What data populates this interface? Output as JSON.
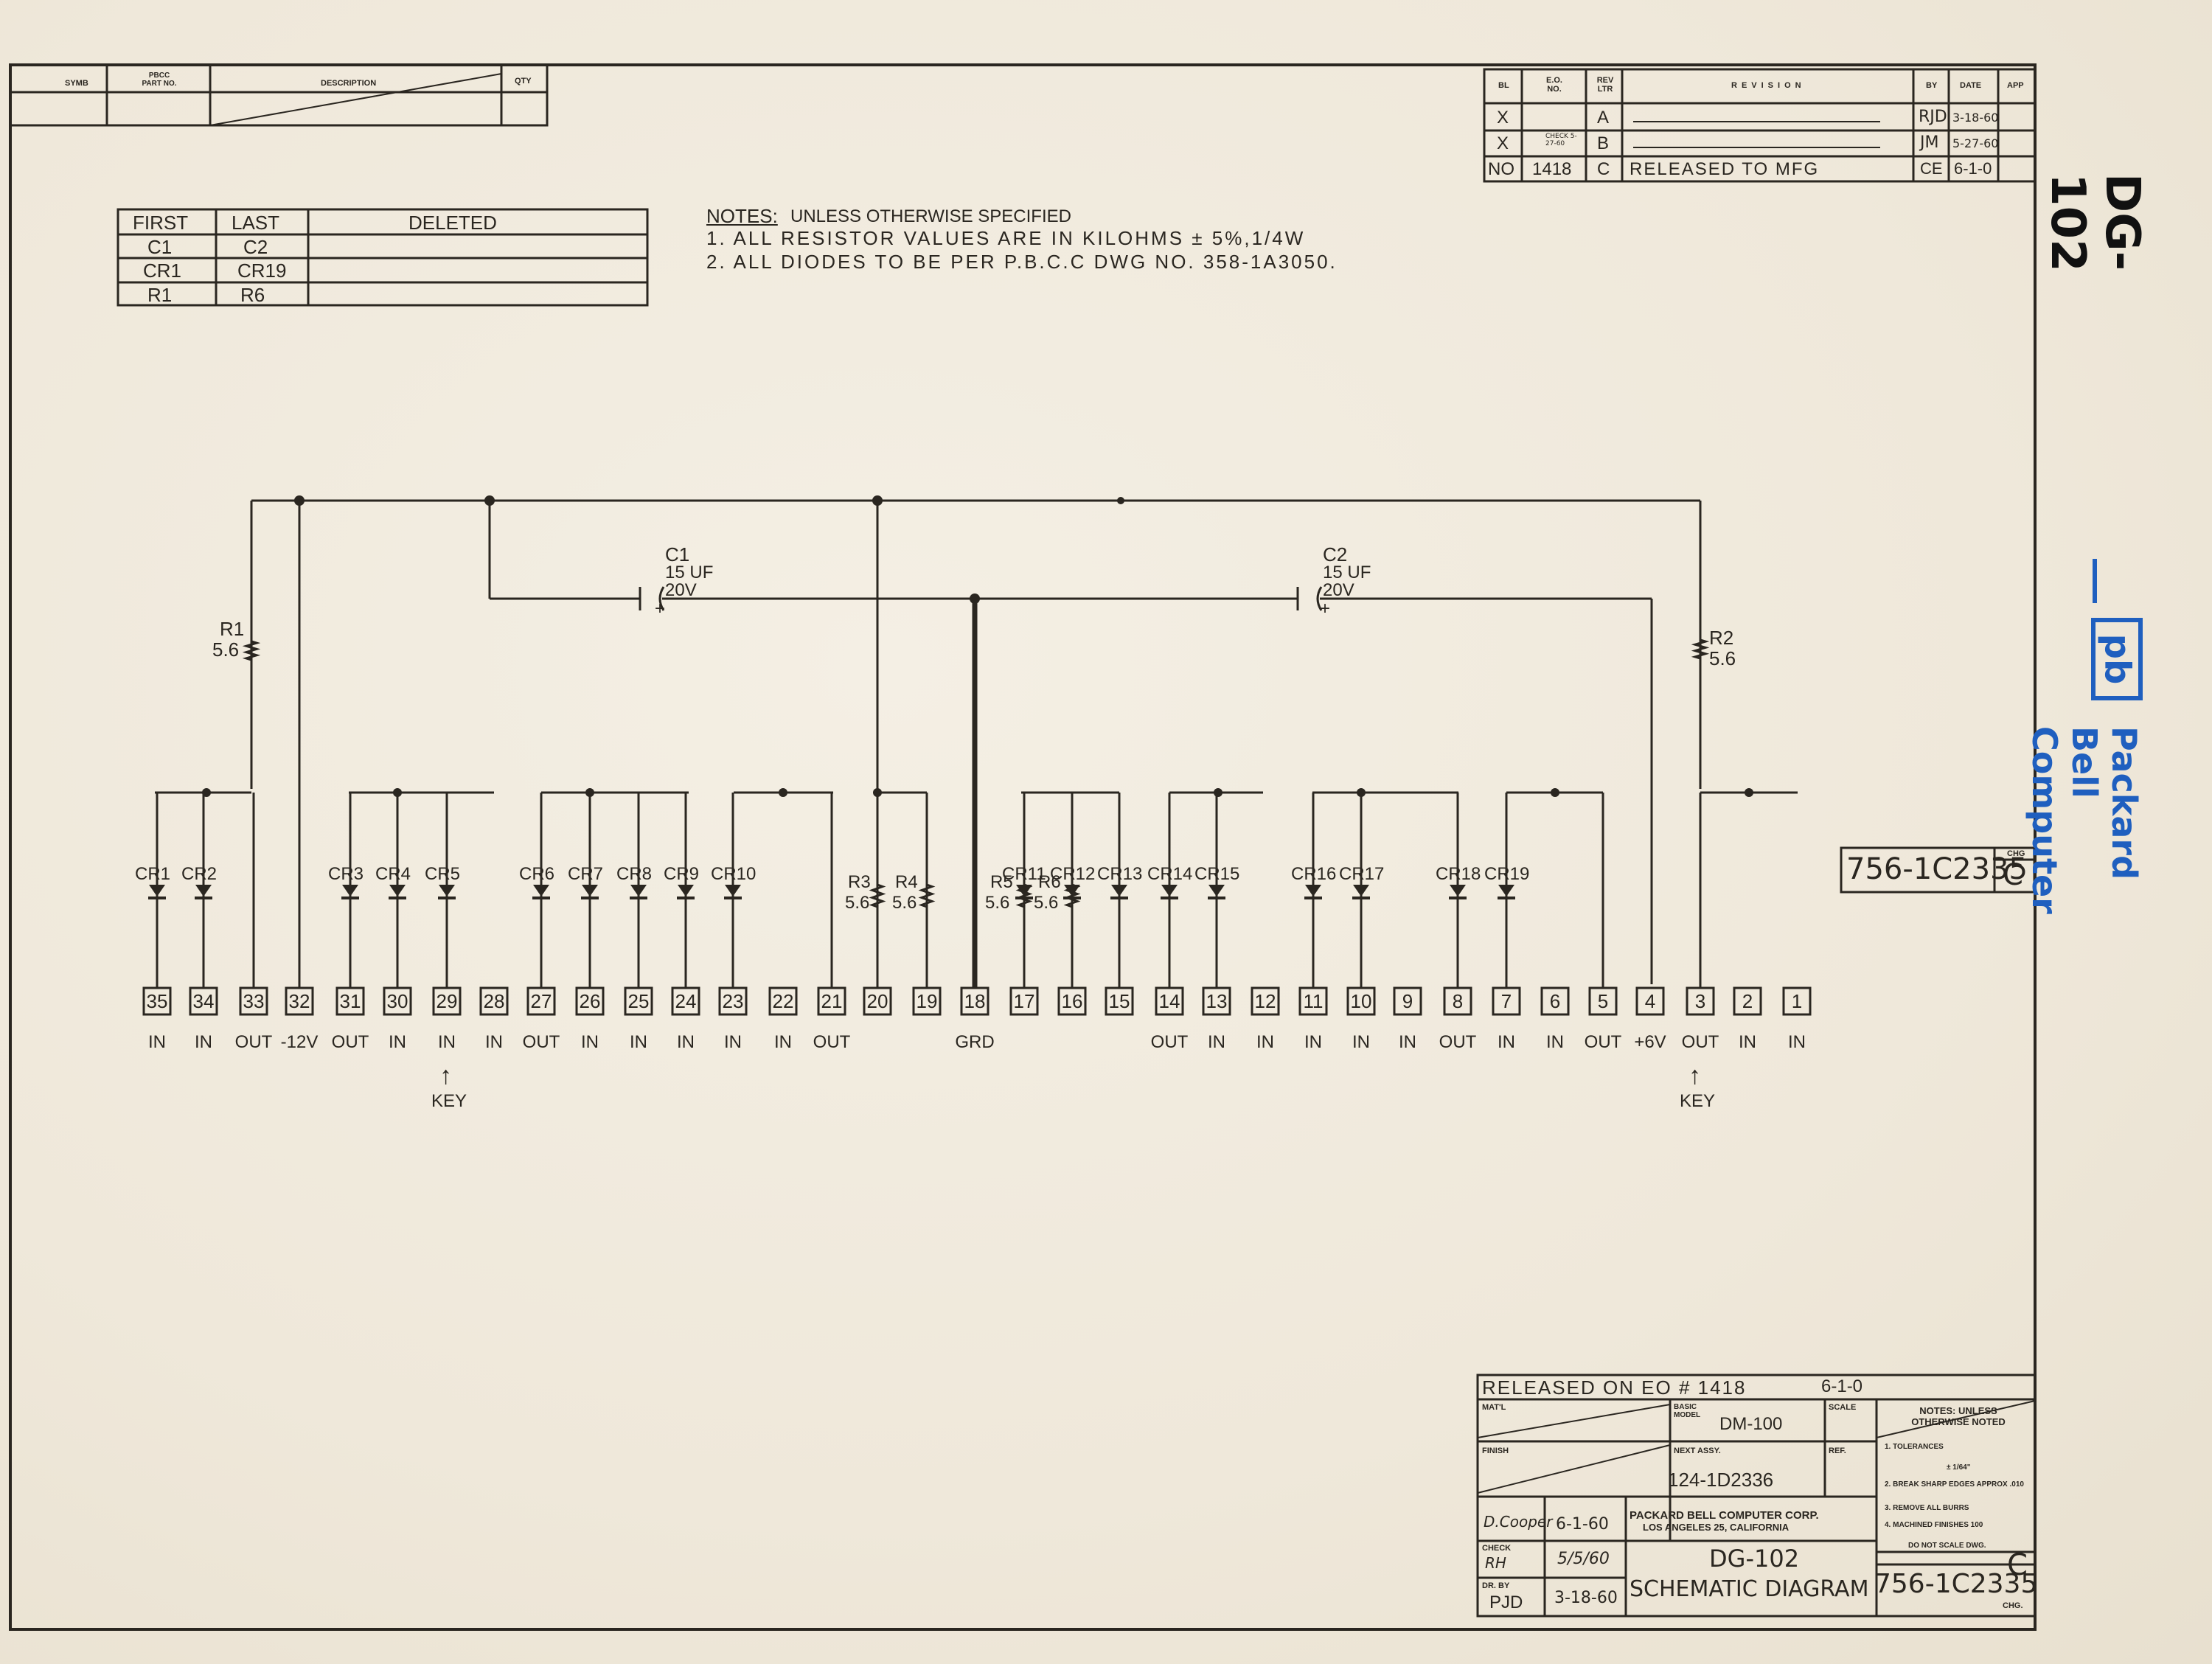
{
  "side_title": "DG-102",
  "brand": {
    "logo": "pb",
    "name": "Packard Bell Computer",
    "color": "#1f5fbf"
  },
  "parts_list": {
    "headers": [
      "SYMB",
      "PBCC PART NO.",
      "DESCRIPTION",
      "QTY"
    ]
  },
  "revision_block": {
    "headers": [
      "BL",
      "E.O. NO.",
      "REV LTR",
      "REVISION",
      "BY",
      "DATE",
      "APP"
    ],
    "rows": [
      {
        "bl": "X",
        "eo": "",
        "rev": "A",
        "revision": "",
        "by": "RJD",
        "date": "3-18-60",
        "app": ""
      },
      {
        "bl": "X",
        "eo": "CHECK 5-27-60",
        "rev": "B",
        "revision": "",
        "by": "JM",
        "date": "5-27-60",
        "app": ""
      },
      {
        "bl": "NO",
        "eo": "1418",
        "rev": "C",
        "revision": "RELEASED TO MFG",
        "by": "CE",
        "date": "6-1-0",
        "app": ""
      }
    ]
  },
  "deleted_table": {
    "headers": [
      "FIRST",
      "LAST",
      "DELETED"
    ],
    "rows": [
      [
        "C1",
        "C2",
        ""
      ],
      [
        "CR1",
        "CR19",
        ""
      ],
      [
        "R1",
        "R6",
        ""
      ]
    ]
  },
  "notes": {
    "title": "NOTES:",
    "subtitle": "UNLESS OTHERWISE SPECIFIED",
    "items": [
      "1.  ALL RESISTOR VALUES ARE IN KILOHMS ± 5%,1/4W",
      "2.  ALL DIODES TO BE PER P.B.C.C DWG NO. 358-1A3050."
    ]
  },
  "components": {
    "c1": {
      "ref": "C1",
      "value": "15 UF",
      "voltage": "20V"
    },
    "c2": {
      "ref": "C2",
      "value": "15 UF",
      "voltage": "20V"
    },
    "r1": {
      "ref": "R1",
      "value": "5.6"
    },
    "r2": {
      "ref": "R2",
      "value": "5.6"
    },
    "r3": {
      "ref": "R3",
      "value": "5.6"
    },
    "r4": {
      "ref": "R4",
      "value": "5.6"
    },
    "r5": {
      "ref": "R5",
      "value": "5.6"
    },
    "r6": {
      "ref": "R6",
      "value": "5.6"
    },
    "plus": "+",
    "diodes": [
      "CR1",
      "CR2",
      "CR3",
      "CR4",
      "CR5",
      "CR6",
      "CR7",
      "CR8",
      "CR9",
      "CR10",
      "CR11",
      "CR12",
      "CR13",
      "CR14",
      "CR15",
      "CR16",
      "CR17",
      "CR18",
      "CR19"
    ]
  },
  "pins": [
    {
      "num": "35",
      "label": "IN"
    },
    {
      "num": "34",
      "label": "IN"
    },
    {
      "num": "33",
      "label": "OUT"
    },
    {
      "num": "32",
      "label": "-12V"
    },
    {
      "num": "31",
      "label": "OUT"
    },
    {
      "num": "30",
      "label": "IN"
    },
    {
      "num": "29",
      "label": "IN"
    },
    {
      "num": "28",
      "label": "IN"
    },
    {
      "num": "27",
      "label": "OUT"
    },
    {
      "num": "26",
      "label": "IN"
    },
    {
      "num": "25",
      "label": "IN"
    },
    {
      "num": "24",
      "label": "IN"
    },
    {
      "num": "23",
      "label": "IN"
    },
    {
      "num": "22",
      "label": "IN"
    },
    {
      "num": "21",
      "label": "OUT"
    },
    {
      "num": "20",
      "label": ""
    },
    {
      "num": "19",
      "label": ""
    },
    {
      "num": "18",
      "label": "GRD"
    },
    {
      "num": "17",
      "label": ""
    },
    {
      "num": "16",
      "label": ""
    },
    {
      "num": "15",
      "label": ""
    },
    {
      "num": "14",
      "label": "OUT"
    },
    {
      "num": "13",
      "label": "IN"
    },
    {
      "num": "12",
      "label": "IN"
    },
    {
      "num": "11",
      "label": "IN"
    },
    {
      "num": "10",
      "label": "IN"
    },
    {
      "num": "9",
      "label": "IN"
    },
    {
      "num": "8",
      "label": "OUT"
    },
    {
      "num": "7",
      "label": "IN"
    },
    {
      "num": "6",
      "label": "IN"
    },
    {
      "num": "5",
      "label": "OUT"
    },
    {
      "num": "4",
      "label": "+6V"
    },
    {
      "num": "3",
      "label": "OUT"
    },
    {
      "num": "2",
      "label": "IN"
    },
    {
      "num": "1",
      "label": "IN"
    }
  ],
  "key_label": "KEY",
  "drawing_number": "756-1C2335",
  "chg_label": "CHG",
  "chg_value": "C",
  "title_block": {
    "released": "RELEASED ON EO # 1418",
    "released_date": "6-1-0",
    "matl_label": "MAT'L",
    "basic_model_label": "BASIC MODEL",
    "basic_model": "DM-100",
    "scale_label": "SCALE",
    "finish_label": "FINISH",
    "next_assy_label": "NEXT ASSY.",
    "next_assy": "124-1D2336",
    "ref_label": "REF.",
    "notes_title": "NOTES: UNLESS OTHERWISE NOTED",
    "notes": [
      "1. TOLERANCES",
      "± 1/64\"",
      "2. BREAK SHARP EDGES APPROX .010",
      "3. REMOVE ALL BURRS",
      "4. MACHINED FINISHES 100"
    ],
    "do_not_scale": "DO NOT SCALE DWG.",
    "company": "PACKARD BELL COMPUTER CORP.",
    "address": "LOS ANGELES 25, CALIFORNIA",
    "appd_sig": "D.Cooper",
    "appd_date": "6-1-60",
    "check_label": "CHECK",
    "check_sig": "RH",
    "check_date": "5/5/60",
    "drby_label": "DR. BY",
    "drby": "PJD",
    "drby_date": "3-18-60",
    "title1": "DG-102",
    "title2": "SCHEMATIC DIAGRAM",
    "dwg_no": "756-1C2335",
    "chg": "C",
    "chg_label": "CHG."
  }
}
